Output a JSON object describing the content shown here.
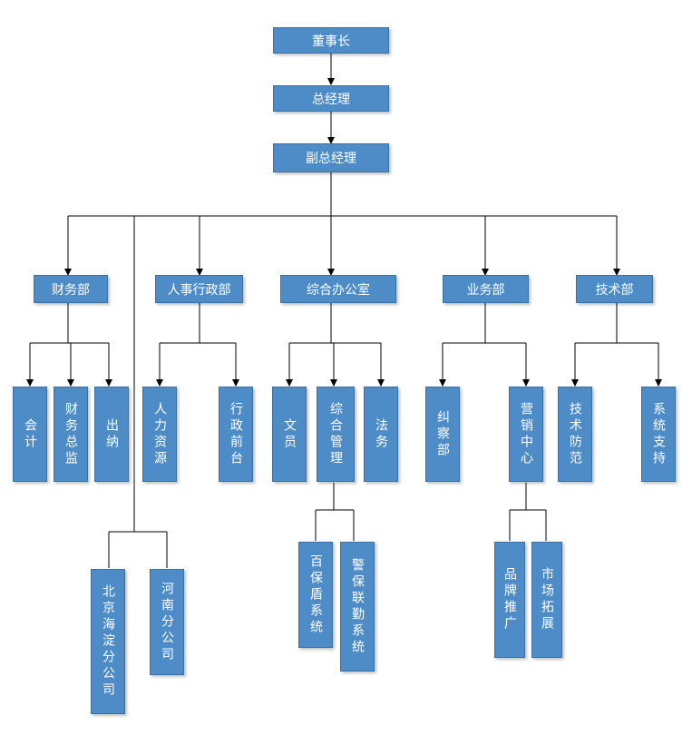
{
  "nodes": {
    "chairman": "董事长",
    "gm": "总经理",
    "vgm": "副总经理",
    "finance": "财务部",
    "hr": "人事行政部",
    "office": "综合办公室",
    "business": "业务部",
    "tech": "技术部",
    "accounting": "会计",
    "finance_director": "财务总监",
    "cashier": "出纳",
    "hr_resources": "人力资源",
    "admin_front": "行政前台",
    "clerk": "文员",
    "general_mgmt": "综合管理",
    "legal": "法务",
    "inspection": "纠察部",
    "marketing_center": "营销中心",
    "tech_defense": "技术防范",
    "system_support": "系统支持",
    "beijing_branch": "北京海淀分公司",
    "henan_branch": "河南分公司",
    "baobaodun": "百保盾系统",
    "jingbao": "警保联勤系统",
    "brand": "品牌推广",
    "market": "市场拓展"
  }
}
